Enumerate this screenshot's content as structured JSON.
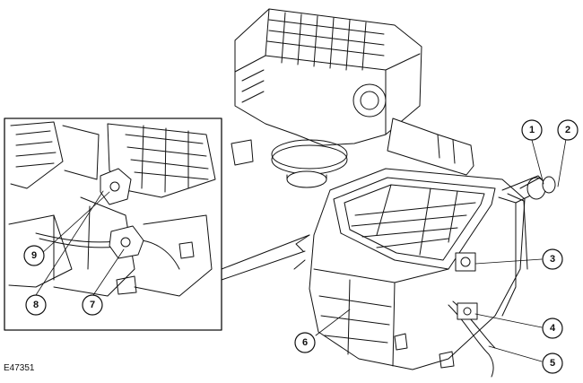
{
  "figure_id": "E47351",
  "callouts": [
    "1",
    "2",
    "3",
    "4",
    "5",
    "6",
    "7",
    "8",
    "9"
  ]
}
